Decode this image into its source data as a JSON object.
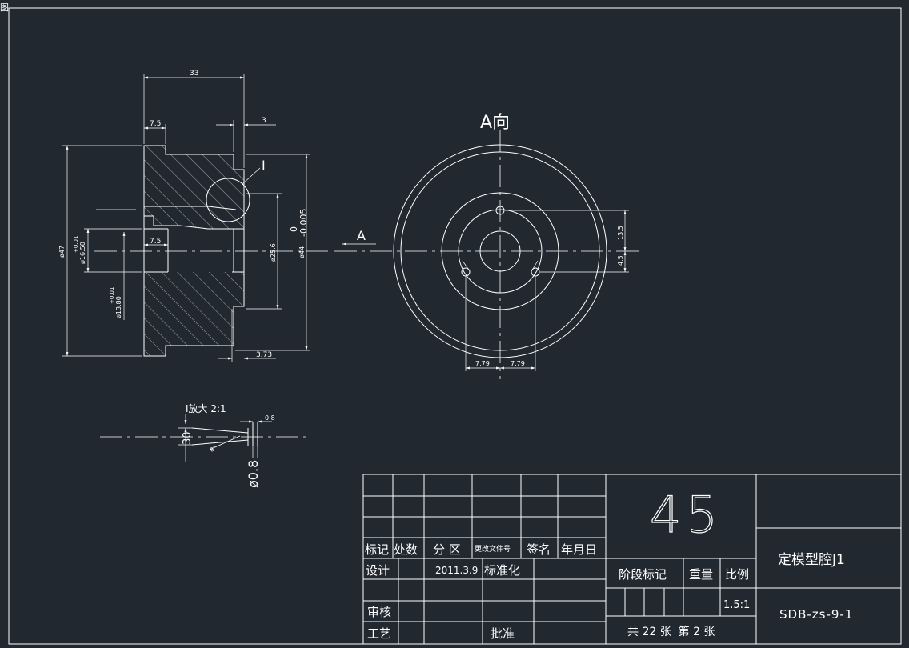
{
  "corner_label": "图",
  "colors": {
    "background": "#212830",
    "line": "#ffffff"
  },
  "section_view": {
    "dims": {
      "length_33": "33",
      "d_7_5_top": "7.5",
      "d_3": "3",
      "d_7_5_mid": "7.5",
      "d_3_73": "3.73",
      "dia_47": "ø47",
      "dia_16_50": "ø16.50",
      "tol_16_50": "+0.01",
      "dia_13_80": "ø13.80",
      "tol_13_80": "+0.01",
      "dia_25_6": "ø25.6",
      "dia_44": "ø44",
      "tol_44_upper": "0",
      "tol_44_lower": "-0.005"
    },
    "detail_marker": "I"
  },
  "end_view": {
    "title": "A向",
    "arrow_label": "A",
    "dims": {
      "d_13_5": "13.5",
      "d_4_5": "4.5",
      "d_7_79_left": "7.79",
      "d_7_79_right": "7.79"
    }
  },
  "detail_view": {
    "title": "I放大 2:1",
    "dims": {
      "d_0_8": "0.8",
      "d_30": "30",
      "angle": "8°",
      "dia_0_8": "ø0.8"
    }
  },
  "title_block": {
    "material": "45",
    "part_name": "定模型腔J1",
    "drawing_no": "SDB-zs-9-1",
    "headers": {
      "mark": "标记",
      "count": "处数",
      "zone": "分 区",
      "change_doc": "更改文件号",
      "signature": "签名",
      "date": "年月日"
    },
    "rows": {
      "design": "设计",
      "design_date": "2011.3.9",
      "standardize": "标准化",
      "review": "审核",
      "process": "工艺",
      "approve": "批准"
    },
    "stage_mark": "阶段标记",
    "weight": "重量",
    "scale_label": "比例",
    "scale_value": "1.5:1",
    "sheets": "共 22 张  第 2 张"
  }
}
